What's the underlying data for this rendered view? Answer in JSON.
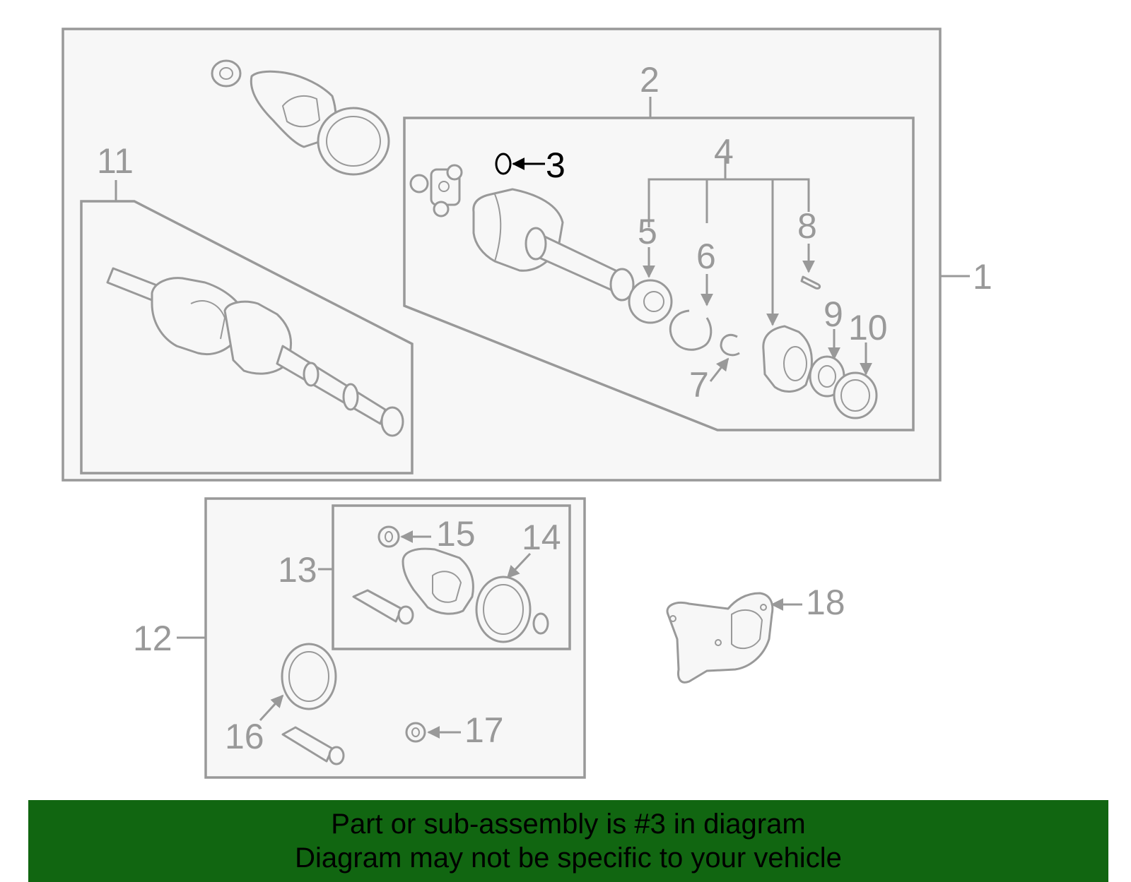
{
  "diagram": {
    "callouts": [
      "1",
      "2",
      "3",
      "4",
      "5",
      "6",
      "7",
      "8",
      "9",
      "10",
      "11",
      "12",
      "13",
      "14",
      "15",
      "16",
      "17",
      "18"
    ],
    "highlighted_part": "3",
    "colors": {
      "line": "#999999",
      "highlight": "#000000",
      "panel": "#f7f7f7",
      "banner": "#116611"
    }
  },
  "banner": {
    "line1": "Part or sub-assembly is #3 in diagram",
    "line2": "Diagram may not be specific to your vehicle"
  }
}
